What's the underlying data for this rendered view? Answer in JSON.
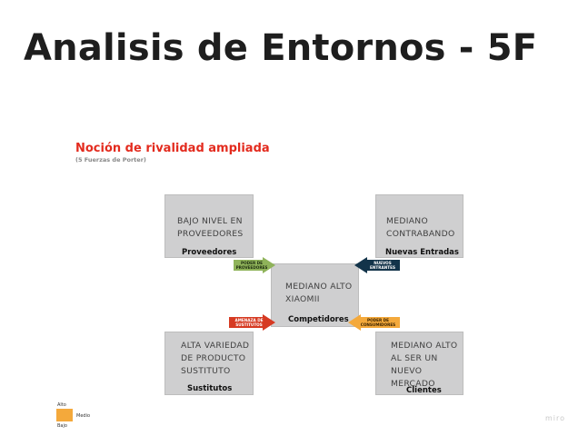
{
  "title": "Analisis de Entornos - 5F",
  "subtitle": "Noción de rivalidad ampliada",
  "subnote": "(5 Fuerzas de Porter)",
  "boxes": {
    "proveedores": {
      "text": [
        "BAJO NIVEL EN",
        "PROVEEDORES"
      ],
      "label": "Proveedores"
    },
    "nuevas": {
      "text": [
        "MEDIANO",
        "CONTRABANDO"
      ],
      "label": "Nuevas Entradas"
    },
    "competidores": {
      "text": [
        "MEDIANO ALTO",
        "XIAOMII"
      ],
      "label": "Competidores"
    },
    "sustitutos": {
      "text": [
        "ALTA VARIEDAD",
        "DE PRODUCTO",
        "SUSTITUTO"
      ],
      "label": "Sustitutos"
    },
    "clientes": {
      "text": [
        "MEDIANO ALTO",
        "AL SER UN",
        "NUEVO",
        "MERCADO"
      ],
      "label": "Clientes"
    }
  },
  "arrows": {
    "proveedores": {
      "lines": [
        "PODER DE",
        "PROVEEDORES"
      ],
      "color": "#8fb35a",
      "text_color": "#1e2d10"
    },
    "nuevas": {
      "lines": [
        "NUEVOS",
        "ENTRANTES"
      ],
      "color": "#13344a",
      "text_color": "#ffffff"
    },
    "sustitutos": {
      "lines": [
        "AMENAZA DE",
        "SUSTITUTOS"
      ],
      "color": "#d63a22",
      "text_color": "#ffffff"
    },
    "clientes": {
      "lines": [
        "PODER DE",
        "CONSUMIDORES"
      ],
      "color": "#f4a93b",
      "text_color": "#3a2200"
    }
  },
  "legend": {
    "high": "Alto",
    "mid": "Medio",
    "low": "Bajo",
    "swatch_color": "#f4a93b"
  },
  "watermark": "miro"
}
